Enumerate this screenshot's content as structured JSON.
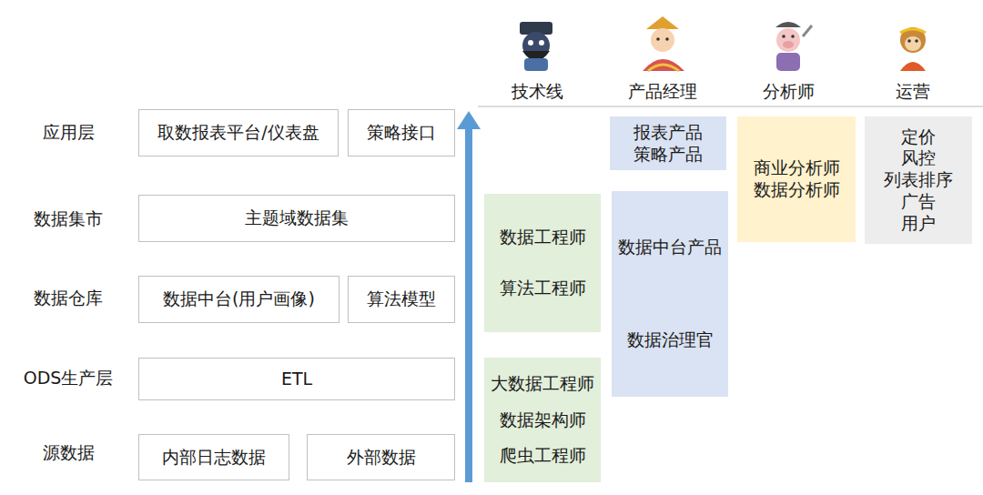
{
  "diagram": {
    "nodes": [
      {
        "text": [
          "取数报表平台/仪表盘"
        ]
      },
      {
        "text": [
          "策略接口"
        ]
      },
      {
        "text": [
          "主题域数据集"
        ]
      },
      {
        "text": [
          "数据中台(用户画像)"
        ]
      },
      {
        "text": [
          "算法模型"
        ]
      },
      {
        "text": [
          "ETL"
        ]
      },
      {
        "text": [
          "内部日志数据"
        ]
      },
      {
        "text": [
          "外部数据"
        ]
      },
      {
        "text": [
          "报表产品",
          "策略产品"
        ]
      },
      {
        "text": [
          "商业分析师",
          "数据分析师"
        ]
      },
      {
        "text": [
          "定价",
          "风控",
          "列表排序",
          "广告",
          "用户"
        ]
      },
      {
        "text": [
          "数据工程师",
          "算法工程师"
        ]
      },
      {
        "text": [
          "数据中台产品",
          "数据治理官"
        ]
      },
      {
        "text": [
          "大数据工程师",
          "数据架构师",
          "爬虫工程师"
        ]
      }
    ],
    "labels": [
      "应用层",
      "数据集市",
      "数据仓库",
      "ODS生产层",
      "源数据",
      "技术线",
      "产品经理",
      "分析师",
      "运营"
    ]
  }
}
